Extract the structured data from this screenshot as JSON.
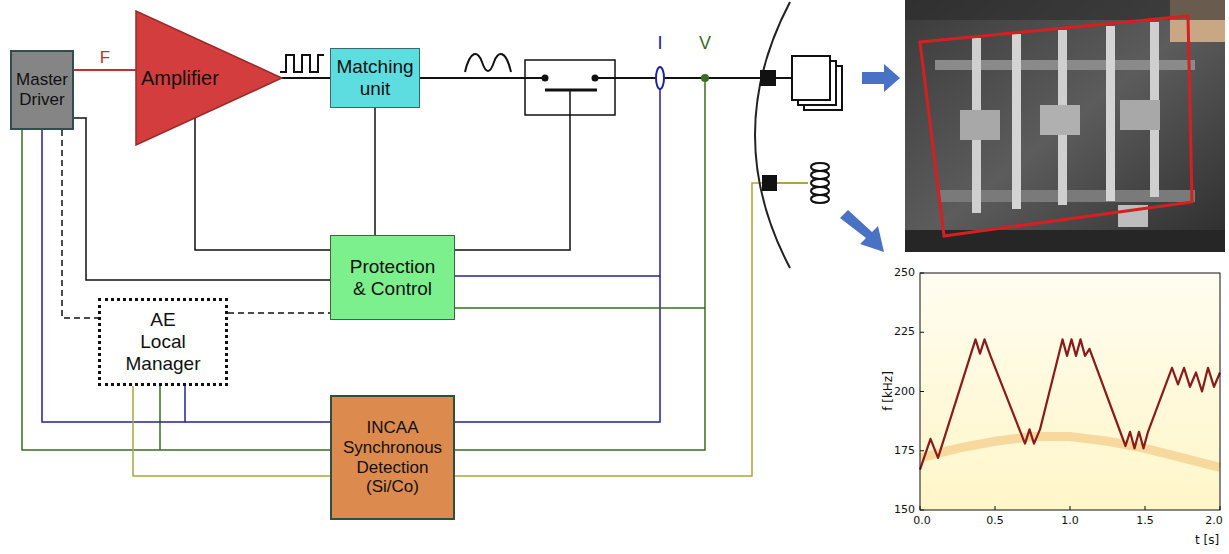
{
  "diagram": {
    "nodes": [
      {
        "text": [
          "Master Driver"
        ]
      },
      {
        "text": [
          "Amplifier"
        ]
      },
      {
        "text": [
          "Matching unit"
        ]
      },
      {
        "text": [
          "Protection & Control"
        ]
      },
      {
        "text": [
          "AE Local Manager"
        ]
      },
      {
        "text": [
          "INCAA Synchronous Detection (Si/Co)"
        ]
      }
    ],
    "edges": [
      {
        "from": 0,
        "to": 1,
        "label": "F",
        "arrow": "none"
      },
      {
        "from": 1,
        "to": 2,
        "arrow": "none"
      },
      {
        "from": 1,
        "to": 3,
        "arrow": "none"
      },
      {
        "from": 2,
        "to": 3,
        "arrow": "none"
      },
      {
        "from": 0,
        "to": 3,
        "arrow": "none"
      },
      {
        "from": 0,
        "to": 4,
        "arrow": "none"
      },
      {
        "from": 4,
        "to": 3,
        "arrow": "none"
      },
      {
        "from": 0,
        "to": 5,
        "arrow": "none"
      },
      {
        "from": 0,
        "to": 5,
        "arrow": "none"
      },
      {
        "from": 4,
        "to": 5,
        "arrow": "none"
      }
    ],
    "labels": [
      "I",
      "V",
      "250",
      "225",
      "200",
      "175",
      "150",
      "0.0",
      "0.5",
      "1.0",
      "1.5",
      "2.0",
      "f [kHz]",
      "t [s]"
    ]
  }
}
